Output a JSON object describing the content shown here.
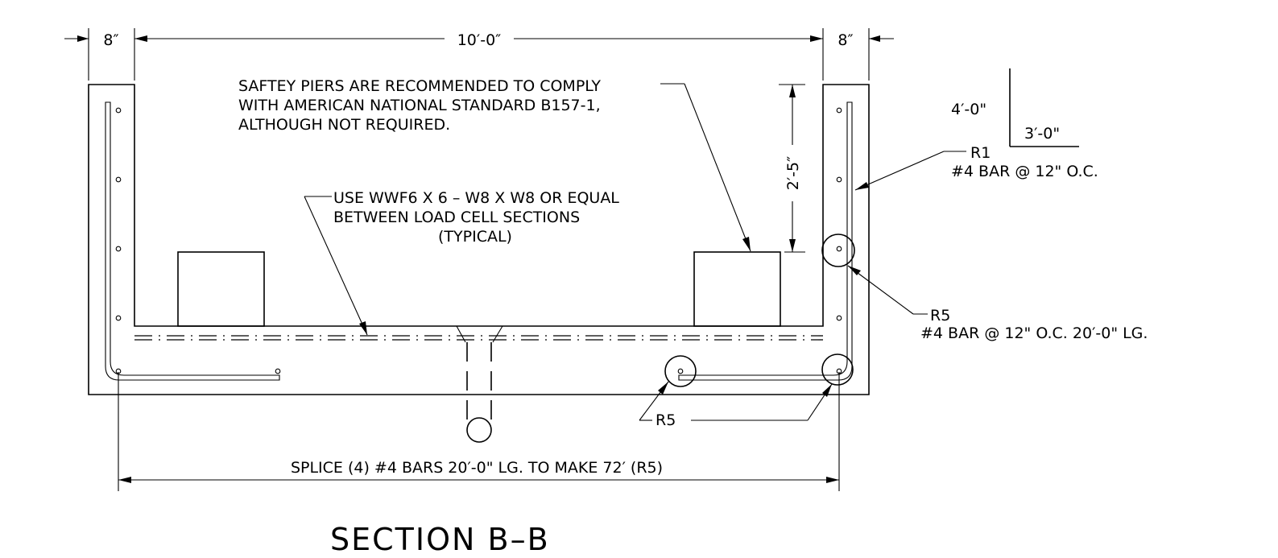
{
  "dimensions": {
    "left_wall": "8″",
    "span": "10′-0″",
    "right_wall": "8″",
    "wall_height": "2′-5″"
  },
  "notes": {
    "safety_line1": "SAFTEY PIERS ARE RECOMMENDED TO COMPLY",
    "safety_line2": "WITH AMERICAN NATIONAL STANDARD B157-1,",
    "safety_line3": "ALTHOUGH NOT REQUIRED.",
    "mesh_line1": "USE WWF6 X 6 – W8 X W8 OR EQUAL",
    "mesh_line2": "BETWEEN LOAD CELL SECTIONS",
    "mesh_line3": "(TYPICAL)",
    "splice": "SPLICE (4) #4 BARS 20′-0\" LG. TO MAKE 72′ (R5)"
  },
  "bar_r1": {
    "leg_vertical": "4′-0\"",
    "leg_horizontal": "3′-0\"",
    "mark": "R1",
    "spec": "#4 BAR @ 12\" O.C."
  },
  "bar_r5": {
    "mark": "R5",
    "spec": "#4 BAR @ 12\" O.C. 20′-0\" LG.",
    "bottom_mark": "R5"
  },
  "title": "SECTION B–B"
}
